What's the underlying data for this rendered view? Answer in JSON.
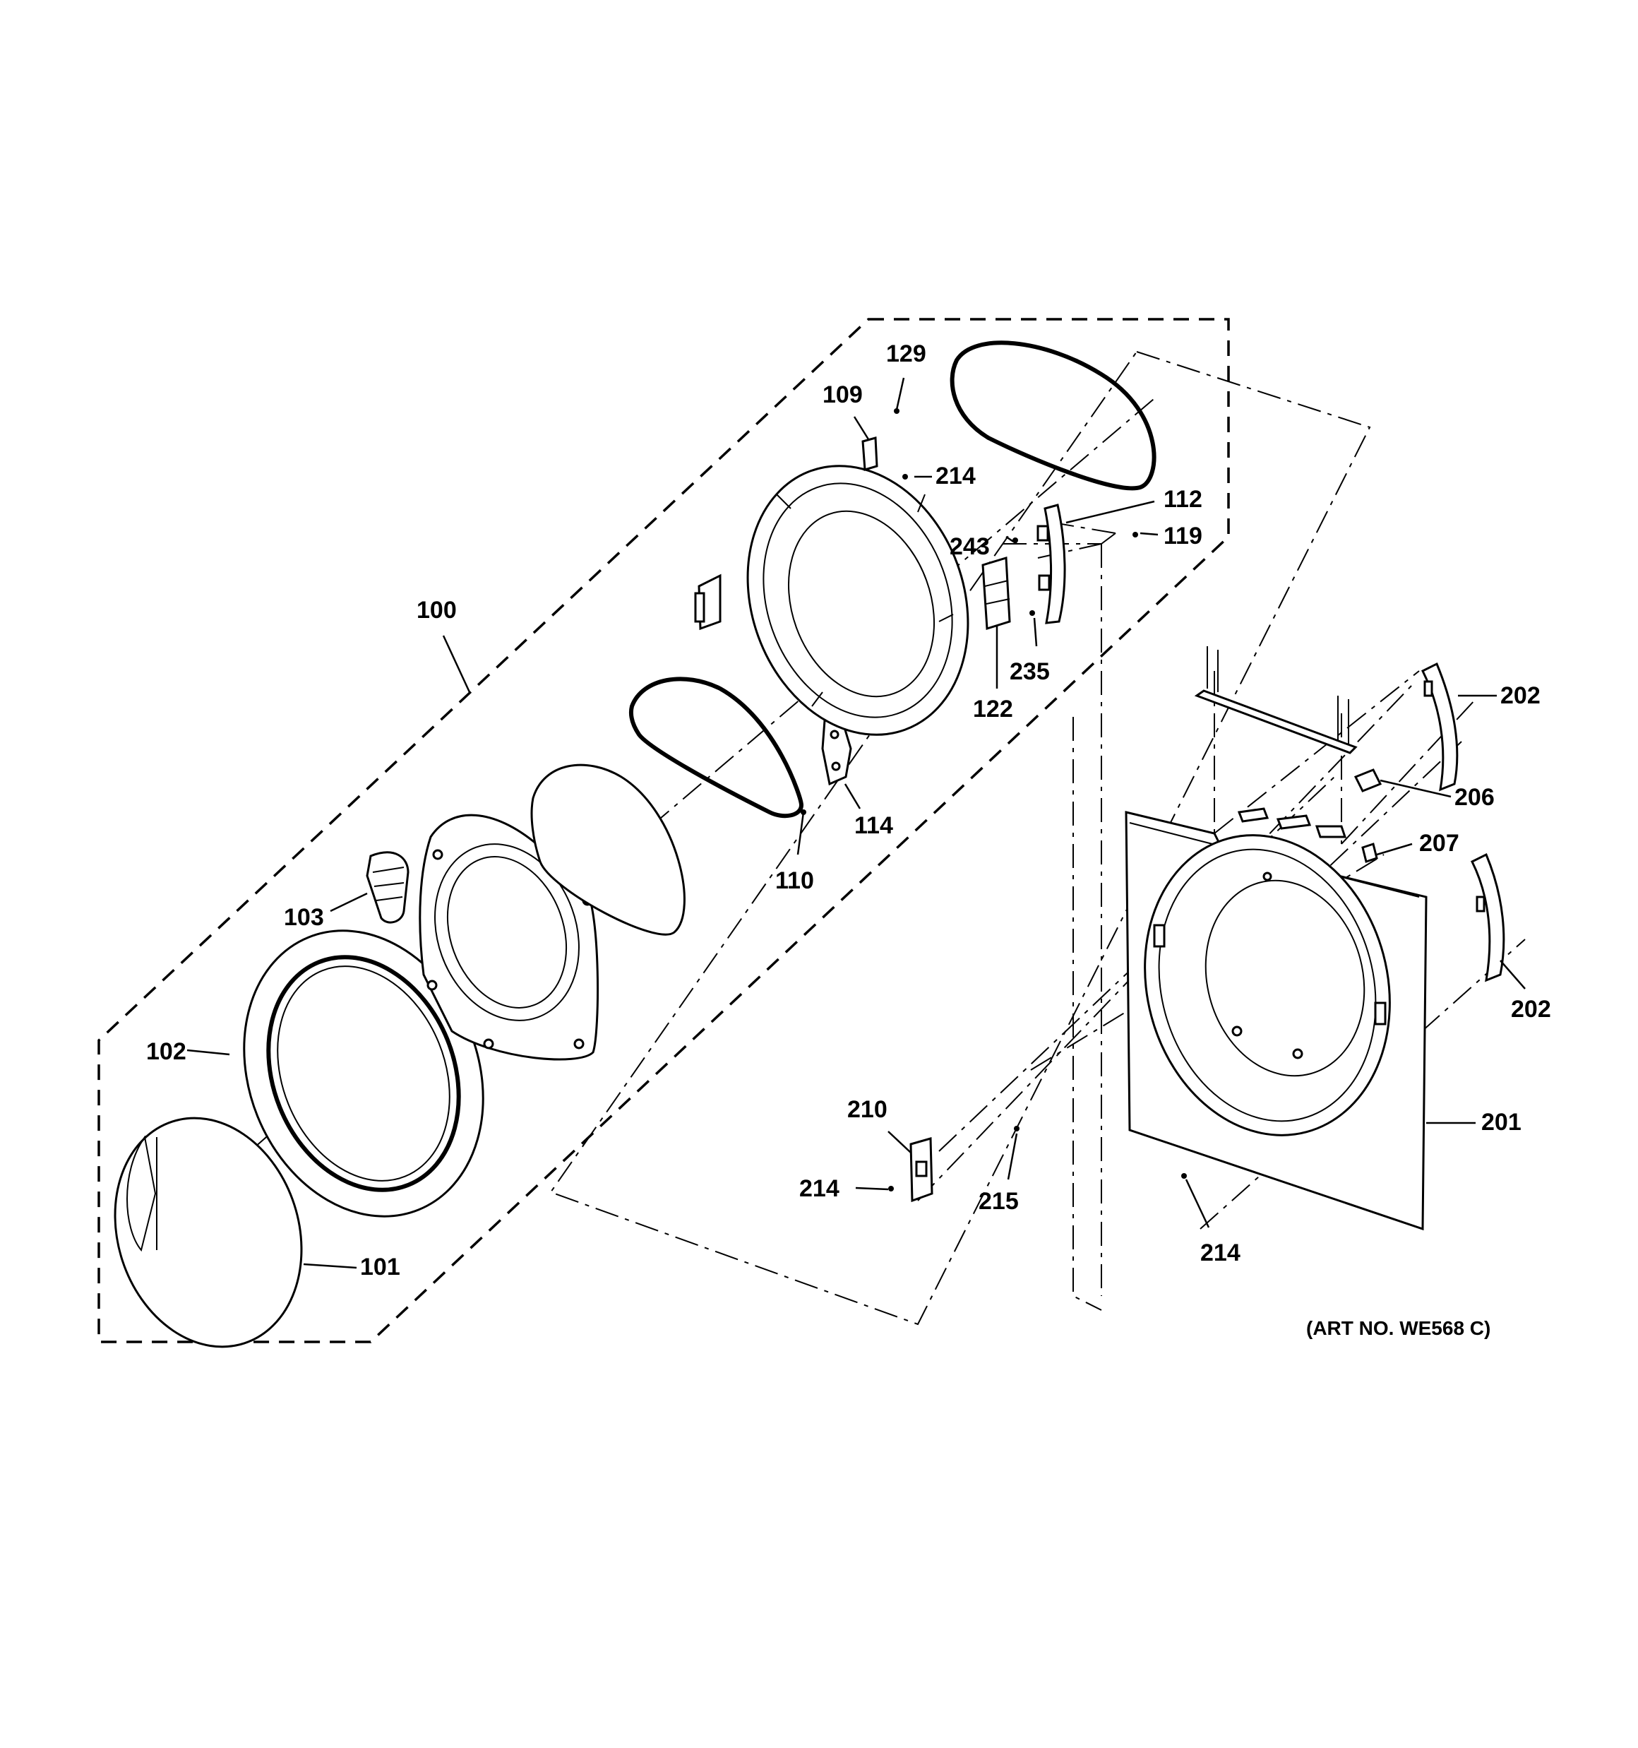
{
  "diagram": {
    "callouts": {
      "c100": "100",
      "c101": "101",
      "c102": "102",
      "c103": "103",
      "c109": "109",
      "c110": "110",
      "c112": "112",
      "c114": "114",
      "c119": "119",
      "c122": "122",
      "c129": "129",
      "c201": "201",
      "c202a": "202",
      "c202b": "202",
      "c206": "206",
      "c207": "207",
      "c210": "210",
      "c214a": "214",
      "c214b": "214",
      "c214c": "214",
      "c215": "215",
      "c235": "235",
      "c243": "243"
    },
    "art_number": "(ART NO. WE568 C)"
  }
}
